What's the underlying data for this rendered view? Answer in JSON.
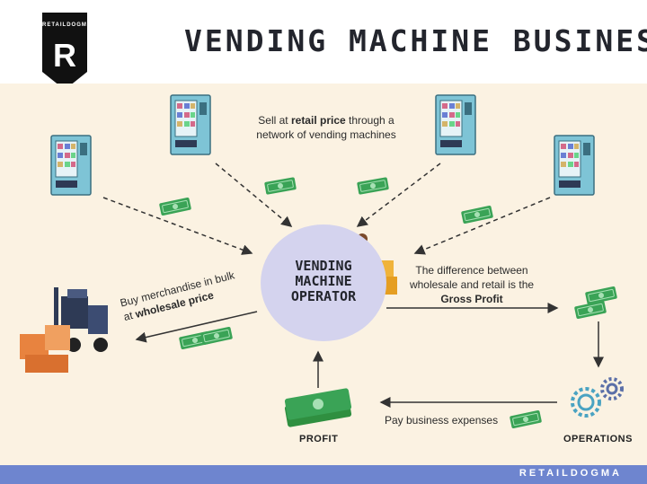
{
  "header": {
    "logo_small": "RETAILDOGMA",
    "logo_letter": "R",
    "title": "VENDING MACHINE BUSINESS"
  },
  "diagram": {
    "top_text_prefix": "Sell at ",
    "top_text_bold": "retail price",
    "top_text_suffix_1": " through a",
    "top_text_line_2": "network of vending machines",
    "operator_line_1": "VENDING",
    "operator_line_2": "MACHINE",
    "operator_line_3": "OPERATOR",
    "gp_line_1": "The difference between",
    "gp_line_2": "wholesale and retail is the",
    "gp_line_3": "Gross Profit",
    "buy_line_1": "Buy merchandise in bulk",
    "buy_line_2_prefix": "at ",
    "buy_line_2_bold": "wholesale price",
    "expenses_text": "Pay business expenses",
    "profit_label": "PROFIT",
    "operations_label": "OPERATIONS"
  },
  "footer": {
    "brand": "RETAILDOGMA"
  },
  "colors": {
    "panel": "#fbf2e2",
    "footer": "#6e85cf",
    "money": "#2f9e44",
    "circle": "#d4d3ee",
    "machine": "#7ec4d6"
  }
}
